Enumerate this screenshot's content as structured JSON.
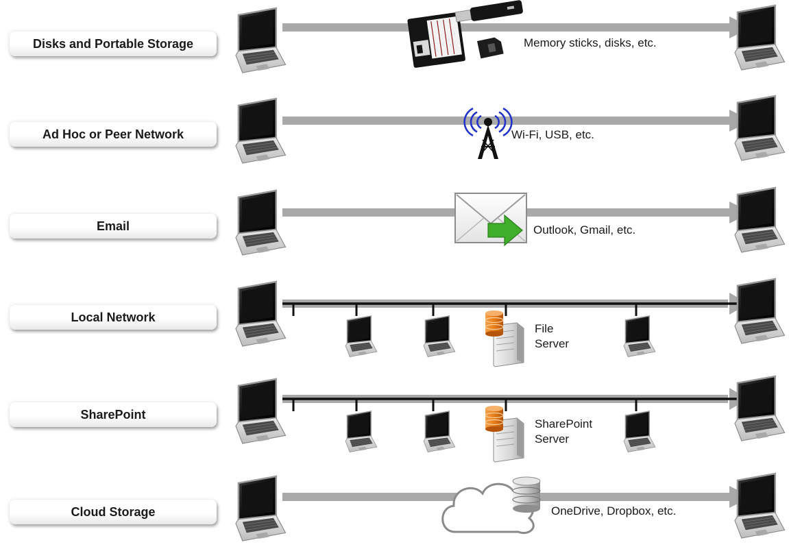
{
  "rows": [
    {
      "label": "Disks and Portable Storage",
      "caption": "Memory sticks, disks, etc.",
      "icon": "portable-storage-icon",
      "kind": "arrow"
    },
    {
      "label": "Ad Hoc or Peer Network",
      "caption": "Wi-Fi, USB, etc.",
      "icon": "wireless-tower-icon",
      "kind": "arrow"
    },
    {
      "label": "Email",
      "caption": "Outlook, Gmail, etc.",
      "icon": "email-envelope-icon",
      "kind": "arrow"
    },
    {
      "label": "Local Network",
      "caption_lines": [
        "File",
        "Server"
      ],
      "icon": "file-server-icon",
      "kind": "bus"
    },
    {
      "label": "SharePoint",
      "caption_lines": [
        "SharePoint",
        "Server"
      ],
      "icon": "sharepoint-server-icon",
      "kind": "bus"
    },
    {
      "label": "Cloud Storage",
      "caption": "OneDrive, Dropbox, etc.",
      "icon": "cloud-storage-icon",
      "kind": "arrow"
    }
  ],
  "colors": {
    "arrow": "#a9a9a9",
    "bus": "#111111",
    "laptop_body": "#d4d4d4",
    "laptop_screen": "#121212",
    "server_orange": "#e8801e",
    "signal_blue": "#2233cc",
    "envelope_arrow": "#3fae2a"
  }
}
